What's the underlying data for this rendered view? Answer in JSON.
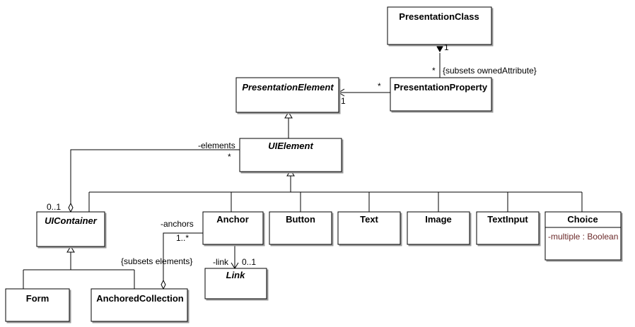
{
  "classes": {
    "presentation_class": "PresentationClass",
    "presentation_element": "PresentationElement",
    "presentation_property": "PresentationProperty",
    "ui_element": "UIElement",
    "ui_container": "UIContainer",
    "anchor": "Anchor",
    "button": "Button",
    "text": "Text",
    "image": "Image",
    "text_input": "TextInput",
    "choice": "Choice",
    "link": "Link",
    "form": "Form",
    "anchored_collection": "AnchoredCollection"
  },
  "attributes": {
    "choice_multiple": "-multiple : Boolean"
  },
  "labels": {
    "pc_mult": "1",
    "pp_mult_top": "*",
    "subsets_owned_attribute": "{subsets ownedAttribute}",
    "pp_mult_left": "*",
    "pe_mult": "1",
    "elements_role": "-elements",
    "elements_mult": "*",
    "container_mult": "0..1",
    "anchors_role": "-anchors",
    "anchors_mult": "1..*",
    "subsets_elements": "{subsets elements}",
    "link_role": "-link",
    "link_mult": "0..1"
  }
}
